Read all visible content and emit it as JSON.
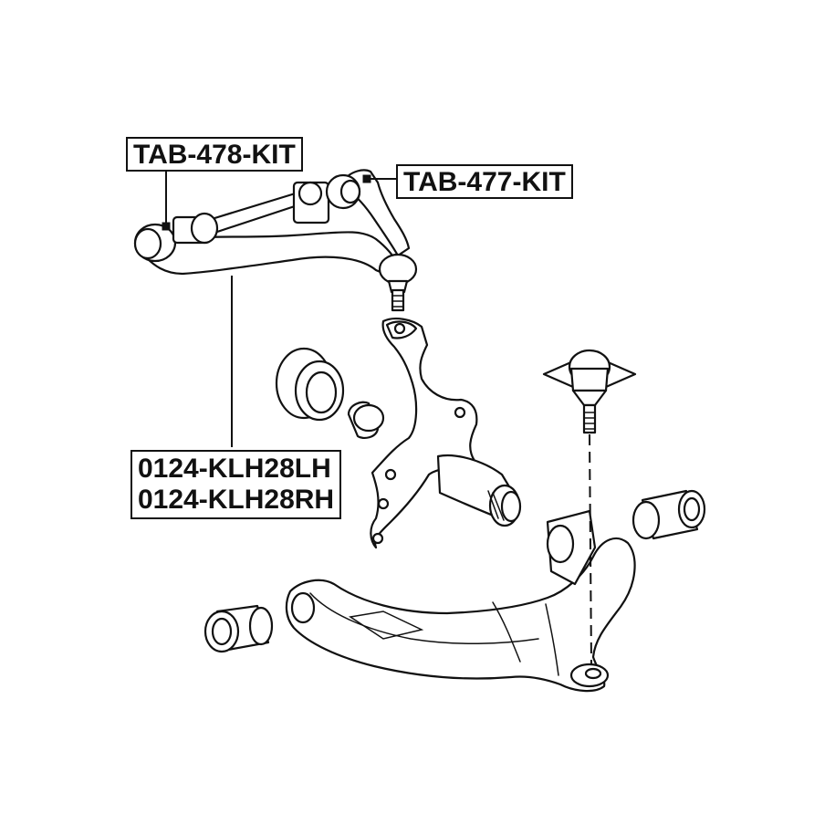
{
  "labels": {
    "upper_arm_front_bushing": "TAB-478-KIT",
    "upper_arm_rear_bushing": "TAB-477-KIT",
    "lower_arm_bushing_lh": "0124-KLH28LH",
    "lower_arm_bushing_rh": "0124-KLH28RH"
  }
}
